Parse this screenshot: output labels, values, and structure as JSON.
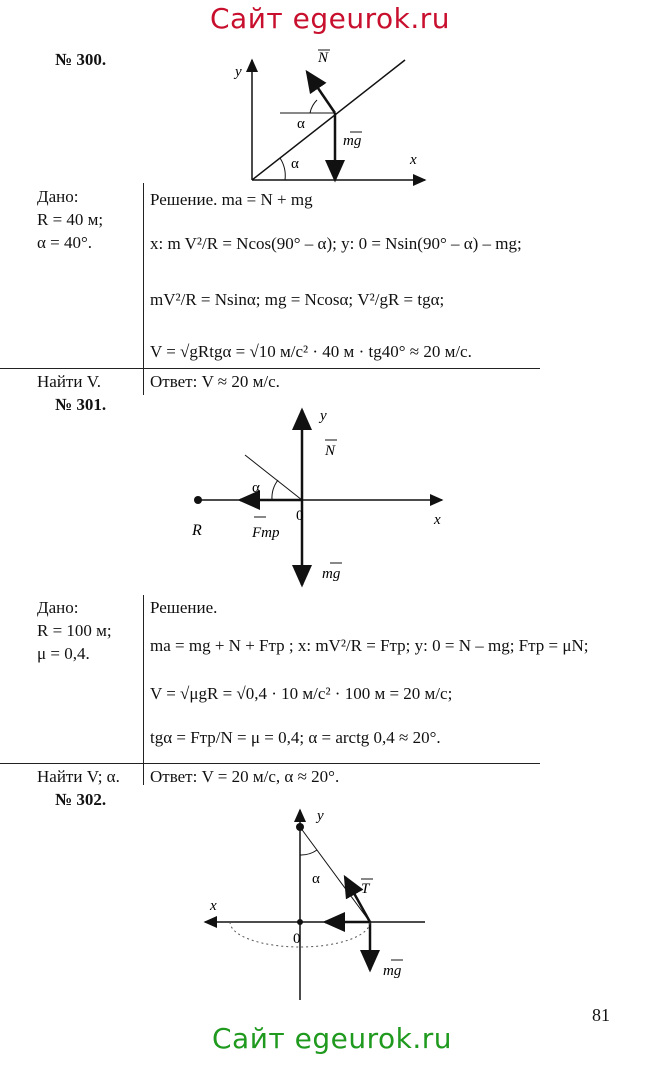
{
  "site_banner": "Сайт egeurok.ru",
  "page_number": "81",
  "problems": [
    {
      "number": "№ 300.",
      "given": [
        "Дано:",
        "R = 40 м;",
        "α = 40°."
      ],
      "find": "Найти V.",
      "solution": [
        "Решение. ma = N + mg",
        "x: m V²/R = Ncos(90° – α); y: 0 = Nsin(90° – α) – mg;",
        "mV²/R = Nsinα; mg = Ncosα; V²/gR = tgα;",
        "V = √gRtgα = √10 м/с² · 40 м · tg40° ≈ 20 м/с."
      ],
      "answer": "Ответ: V ≈ 20 м/с.",
      "figure": {
        "labels": [
          "y",
          "N",
          "α",
          "mg",
          "α",
          "x"
        ]
      }
    },
    {
      "number": "№ 301.",
      "given": [
        "Дано:",
        "R = 100 м;",
        "μ = 0,4."
      ],
      "find": "Найти V; α.",
      "solution": [
        "Решение.",
        "ma = mg + N + Fтр ; x: mV²/R = Fтр; y: 0 = N – mg; Fтр = μN;",
        "V = √μgR = √0,4 · 10 м/с² · 100 м = 20 м/с;",
        "tgα = Fтр/N = μ = 0,4; α = arctg 0,4 ≈ 20°."
      ],
      "answer": "Ответ: V = 20 м/с, α ≈ 20°.",
      "figure": {
        "labels": [
          "y",
          "N",
          "α",
          "R",
          "Fmp",
          "0",
          "x",
          "mg"
        ]
      }
    },
    {
      "number": "№ 302.",
      "figure": {
        "labels": [
          "y",
          "α",
          "T",
          "x",
          "0",
          "mg"
        ]
      }
    }
  ]
}
